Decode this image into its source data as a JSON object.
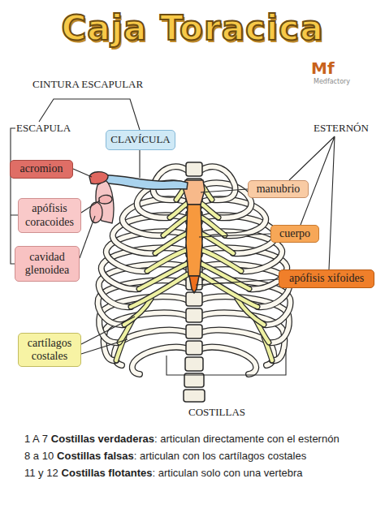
{
  "diagram": {
    "title": "Caja Toracica",
    "nodes": [
      {
        "text": [
          "CLAVÍCULA"
        ]
      },
      {
        "text": [
          "acromion"
        ]
      },
      {
        "text": [
          "manubrio"
        ]
      },
      {
        "text": [
          "apófisis coracoides"
        ]
      },
      {
        "text": [
          "cuerpo"
        ]
      },
      {
        "text": [
          "cavidad glenoidea"
        ]
      },
      {
        "text": [
          "apófisis xifoides"
        ]
      },
      {
        "text": [
          "cartílagos costales"
        ]
      }
    ],
    "labels": [
      "CINTURA ESCAPULAR",
      "Mf",
      "Medfactory",
      "ESCAPULA",
      "ESTERNÓN",
      "COSTILLAS",
      "1 A 7",
      "Costillas verdaderas",
      ": articulan directamente con el esternón",
      "8 a 10",
      "Costillas falsas",
      ": articulan con los cartílagos costales",
      "11 y 12",
      "Costillas flotantes",
      ": articulan solo con una vertebra"
    ]
  }
}
